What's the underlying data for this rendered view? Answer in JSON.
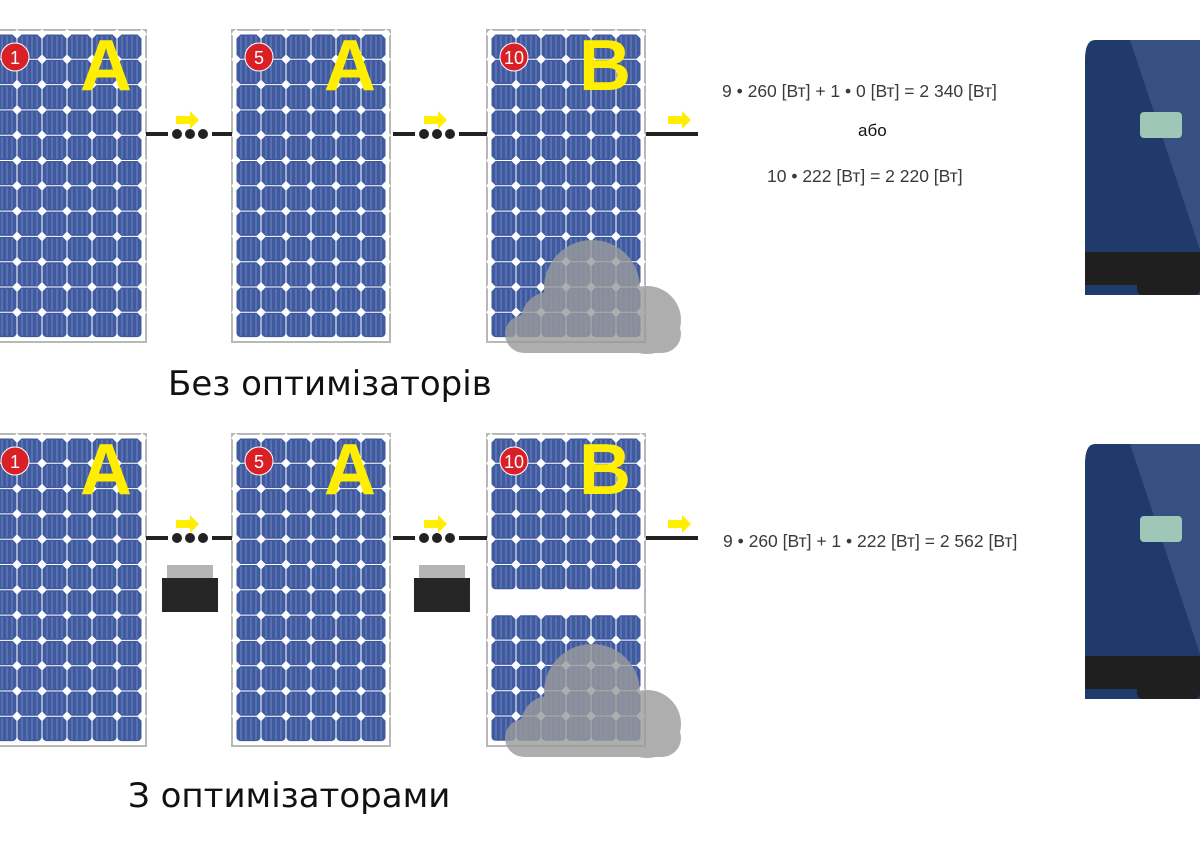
{
  "top_section": {
    "title": "Без оптимізаторів",
    "panels": [
      {
        "number": "1",
        "group": "A",
        "shaded": false,
        "split": false
      },
      {
        "number": "5",
        "group": "A",
        "shaded": false,
        "split": false
      },
      {
        "number": "10",
        "group": "B",
        "shaded": true,
        "split": false
      }
    ],
    "formula_1": "9 • 260 [Вт] + 1 • 0 [Вт] = 2 340 [Вт]",
    "or_label": "або",
    "formula_2": "10 • 222 [Вт]  = 2 220 [Вт]"
  },
  "bottom_section": {
    "title": "З оптимізаторами",
    "panels": [
      {
        "number": "1",
        "group": "A",
        "shaded": false,
        "split": false
      },
      {
        "number": "5",
        "group": "A",
        "shaded": false,
        "split": false
      },
      {
        "number": "10",
        "group": "B",
        "shaded": true,
        "split": true
      }
    ],
    "formula_1": "9 • 260 [Вт] + 1 • 222 [Вт] = 2 562 [Вт]"
  },
  "colors": {
    "cell": "#405a9f",
    "badge": "#d92027",
    "group_letter": "#ffee00",
    "arrow": "#ffee00",
    "inverter_body": "#1f3a6b",
    "inverter_display": "#9fc7b8",
    "cloud": "#9b9b9b"
  }
}
